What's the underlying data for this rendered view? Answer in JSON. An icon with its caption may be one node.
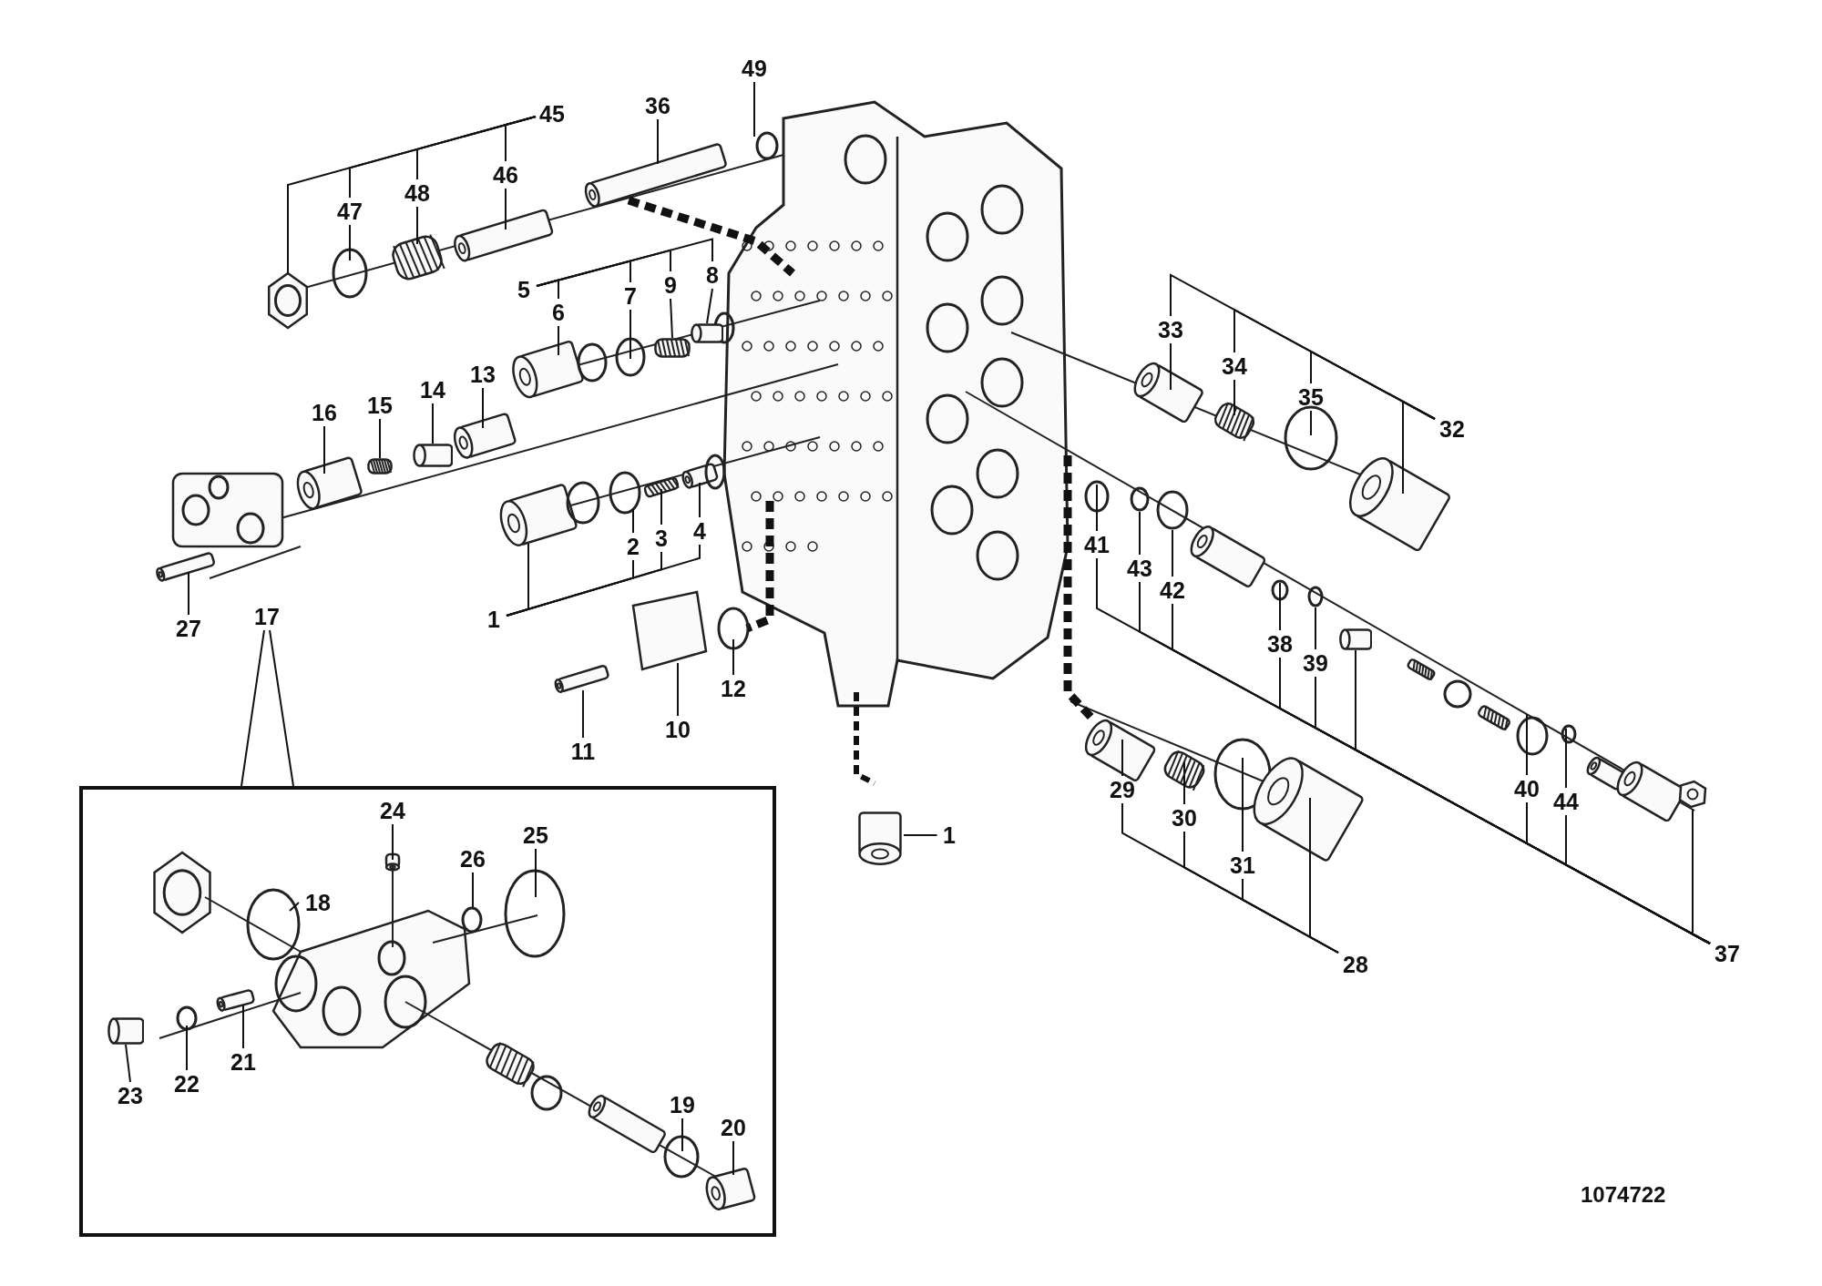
{
  "diagram": {
    "nodes": [
      {
        "text": [
          "49"
        ]
      },
      {
        "text": [
          "36"
        ]
      },
      {
        "text": [
          "45"
        ]
      },
      {
        "text": [
          "46"
        ]
      },
      {
        "text": [
          "48"
        ]
      },
      {
        "text": [
          "47"
        ]
      },
      {
        "text": [
          "8"
        ]
      },
      {
        "text": [
          "9"
        ]
      },
      {
        "text": [
          "7"
        ]
      },
      {
        "text": [
          "5"
        ]
      },
      {
        "text": [
          "6"
        ]
      },
      {
        "text": [
          "33"
        ]
      },
      {
        "text": [
          "13"
        ]
      },
      {
        "text": [
          "14"
        ]
      },
      {
        "text": [
          "34"
        ]
      },
      {
        "text": [
          "15"
        ]
      },
      {
        "text": [
          "16"
        ]
      },
      {
        "text": [
          "35"
        ]
      },
      {
        "text": [
          "32"
        ]
      },
      {
        "text": [
          "4"
        ]
      },
      {
        "text": [
          "3"
        ]
      },
      {
        "text": [
          "2"
        ]
      },
      {
        "text": [
          "41"
        ]
      },
      {
        "text": [
          "43"
        ]
      },
      {
        "text": [
          "42"
        ]
      },
      {
        "text": [
          "1"
        ]
      },
      {
        "text": [
          "17"
        ]
      },
      {
        "text": [
          "27"
        ]
      },
      {
        "text": [
          "38"
        ]
      },
      {
        "text": [
          "39"
        ]
      },
      {
        "text": [
          "12"
        ]
      },
      {
        "text": [
          "10"
        ]
      },
      {
        "text": [
          "11"
        ]
      },
      {
        "text": [
          "40"
        ]
      },
      {
        "text": [
          "29"
        ]
      },
      {
        "text": [
          "44"
        ]
      },
      {
        "text": [
          "30"
        ]
      },
      {
        "text": [
          "1"
        ]
      },
      {
        "text": [
          "31"
        ]
      },
      {
        "text": [
          "37"
        ]
      },
      {
        "text": [
          "28"
        ]
      },
      {
        "text": [],
        "shape": "box"
      },
      {
        "text": [
          "24"
        ],
        "in": 41
      },
      {
        "text": [
          "25"
        ],
        "in": 41
      },
      {
        "text": [
          "26"
        ],
        "in": 41
      },
      {
        "text": [
          "18"
        ],
        "in": 41
      },
      {
        "text": [
          "21"
        ],
        "in": 41
      },
      {
        "text": [
          "22"
        ],
        "in": 41
      },
      {
        "text": [
          "23"
        ],
        "in": 41
      },
      {
        "text": [
          "19"
        ],
        "in": 41
      },
      {
        "text": [
          "20"
        ],
        "in": 41
      },
      {
        "text": [],
        "shape": "picture"
      },
      {
        "text": [],
        "shape": "cylinder"
      },
      {
        "text": [],
        "shape": "cylinder"
      },
      {
        "text": [],
        "shape": "circle"
      },
      {
        "text": [],
        "shape": "circle"
      },
      {
        "text": [],
        "shape": "circle"
      },
      {
        "text": [],
        "shape": "cylinder",
        "in": 41
      },
      {
        "text": [],
        "shape": "picture"
      },
      {
        "text": [],
        "shape": "cylinder"
      },
      {
        "text": [],
        "shape": "picture"
      }
    ],
    "edges": [
      {
        "from": 0,
        "to": null,
        "arrow": "none"
      },
      {
        "from": 1,
        "to": null,
        "arrow": "none"
      },
      {
        "from": 2,
        "to": null,
        "arrow": "none"
      },
      {
        "from": 2,
        "to": 5,
        "arrow": "none"
      },
      {
        "from": 2,
        "to": 4,
        "arrow": "none"
      },
      {
        "from": 2,
        "to": 3,
        "arrow": "none"
      },
      {
        "from": 3,
        "to": null,
        "arrow": "none"
      },
      {
        "from": 4,
        "to": null,
        "arrow": "none"
      },
      {
        "from": 5,
        "to": null,
        "arrow": "none"
      },
      {
        "from": 9,
        "to": 10,
        "arrow": "none"
      },
      {
        "from": 9,
        "to": 8,
        "arrow": "none"
      },
      {
        "from": 9,
        "to": 7,
        "arrow": "none"
      },
      {
        "from": 9,
        "to": 6,
        "arrow": "none"
      },
      {
        "from": 6,
        "to": 59,
        "arrow": "none"
      },
      {
        "from": 7,
        "to": 51,
        "arrow": "none"
      },
      {
        "from": 8,
        "to": null,
        "arrow": "none"
      },
      {
        "from": 10,
        "to": null,
        "arrow": "none"
      },
      {
        "from": 18,
        "to": 11,
        "arrow": "none"
      },
      {
        "from": 18,
        "to": 14,
        "arrow": "none"
      },
      {
        "from": 18,
        "to": 17,
        "arrow": "none"
      },
      {
        "from": 18,
        "to": null,
        "arrow": "none"
      },
      {
        "from": 11,
        "to": null,
        "arrow": "none"
      },
      {
        "from": 14,
        "to": null,
        "arrow": "none"
      },
      {
        "from": 17,
        "to": null,
        "arrow": "none"
      },
      {
        "from": 12,
        "to": null,
        "arrow": "none"
      },
      {
        "from": 13,
        "to": 52,
        "arrow": "none"
      },
      {
        "from": 15,
        "to": 60,
        "arrow": "none"
      },
      {
        "from": 16,
        "to": null,
        "arrow": "none"
      },
      {
        "from": 25,
        "to": null,
        "arrow": "none"
      },
      {
        "from": 25,
        "to": 21,
        "arrow": "none"
      },
      {
        "from": 25,
        "to": 20,
        "arrow": "none"
      },
      {
        "from": 25,
        "to": 19,
        "arrow": "none"
      },
      {
        "from": 21,
        "to": null,
        "arrow": "none"
      },
      {
        "from": 20,
        "to": null,
        "arrow": "none"
      },
      {
        "from": 19,
        "to": null,
        "arrow": "none"
      },
      {
        "from": 26,
        "to": 41,
        "arrow": "none"
      },
      {
        "from": 27,
        "to": null,
        "arrow": "none"
      },
      {
        "from": 39,
        "to": 22,
        "arrow": "none"
      },
      {
        "from": 39,
        "to": 23,
        "arrow": "none"
      },
      {
        "from": 39,
        "to": 24,
        "arrow": "none"
      },
      {
        "from": 39,
        "to": 28,
        "arrow": "none"
      },
      {
        "from": 39,
        "to": 29,
        "arrow": "none"
      },
      {
        "from": 39,
        "to": 53,
        "arrow": "none"
      },
      {
        "from": 39,
        "to": 33,
        "arrow": "none"
      },
      {
        "from": 39,
        "to": 35,
        "arrow": "none"
      },
      {
        "from": 39,
        "to": 58,
        "arrow": "none"
      },
      {
        "from": 22,
        "to": null,
        "arrow": "none"
      },
      {
        "from": 23,
        "to": 54,
        "arrow": "none"
      },
      {
        "from": 24,
        "to": 55,
        "arrow": "none"
      },
      {
        "from": 28,
        "to": null,
        "arrow": "none"
      },
      {
        "from": 29,
        "to": 56,
        "arrow": "none"
      },
      {
        "from": 33,
        "to": null,
        "arrow": "none"
      },
      {
        "from": 35,
        "to": null,
        "arrow": "none"
      },
      {
        "from": 40,
        "to": 34,
        "arrow": "none"
      },
      {
        "from": 40,
        "to": 36,
        "arrow": "none"
      },
      {
        "from": 40,
        "to": 38,
        "arrow": "none"
      },
      {
        "from": 40,
        "to": null,
        "arrow": "none"
      },
      {
        "from": 34,
        "to": null,
        "arrow": "none"
      },
      {
        "from": 36,
        "to": null,
        "arrow": "none"
      },
      {
        "from": 38,
        "to": null,
        "arrow": "none"
      },
      {
        "from": 30,
        "to": null,
        "arrow": "none"
      },
      {
        "from": 31,
        "to": null,
        "arrow": "none"
      },
      {
        "from": 32,
        "to": null,
        "arrow": "none"
      },
      {
        "from": 37,
        "to": null,
        "arrow": "none"
      },
      {
        "from": 42,
        "to": null,
        "arrow": "none"
      },
      {
        "from": 43,
        "to": null,
        "arrow": "none"
      },
      {
        "from": 44,
        "to": null,
        "arrow": "none"
      },
      {
        "from": 45,
        "to": null,
        "arrow": "none"
      },
      {
        "from": 46,
        "to": null,
        "arrow": "none"
      },
      {
        "from": 47,
        "to": null,
        "arrow": "none"
      },
      {
        "from": 48,
        "to": 57,
        "arrow": "none"
      },
      {
        "from": 49,
        "to": null,
        "arrow": "none"
      },
      {
        "from": 50,
        "to": null,
        "arrow": "none"
      }
    ],
    "labels": [
      "1074722"
    ]
  }
}
